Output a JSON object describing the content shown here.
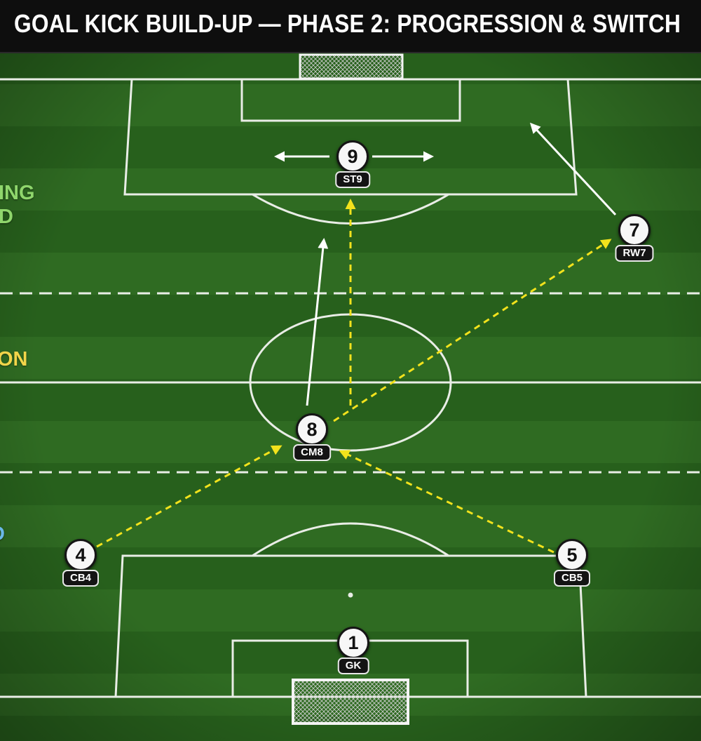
{
  "title": "GOAL KICK BUILD-UP — PHASE 2: PROGRESSION & SWITCH",
  "colors": {
    "pitch_light": "#2f6b22",
    "pitch_dark": "#27601c",
    "line": "#e9ede6",
    "pass": "#f2e21c",
    "run": "#ffffff",
    "zone_final": "#8fd66c",
    "zone_middle": "#f2d54a",
    "zone_build": "#6ab8e8"
  },
  "zones": {
    "final": "ING\nD",
    "middle": "ON",
    "build": "D"
  },
  "players": {
    "gk": {
      "number": "1",
      "label": "GK"
    },
    "cb4": {
      "number": "4",
      "label": "CB4"
    },
    "cb5": {
      "number": "5",
      "label": "CB5"
    },
    "cm8": {
      "number": "8",
      "label": "CM8"
    },
    "rw7": {
      "number": "7",
      "label": "RW7"
    },
    "st9": {
      "number": "9",
      "label": "ST9"
    }
  },
  "moves": [
    {
      "type": "pass",
      "from": "cb4",
      "to": "cm8"
    },
    {
      "type": "pass",
      "from": "cb5",
      "to": "cm8"
    },
    {
      "type": "pass",
      "from": "cm8",
      "to": "rw7"
    },
    {
      "type": "pass",
      "from": "cm8",
      "to": "st9"
    },
    {
      "type": "run",
      "player": "cm8"
    },
    {
      "type": "run",
      "player": "rw7"
    },
    {
      "type": "run",
      "player": "st9",
      "direction": "lateral"
    }
  ]
}
